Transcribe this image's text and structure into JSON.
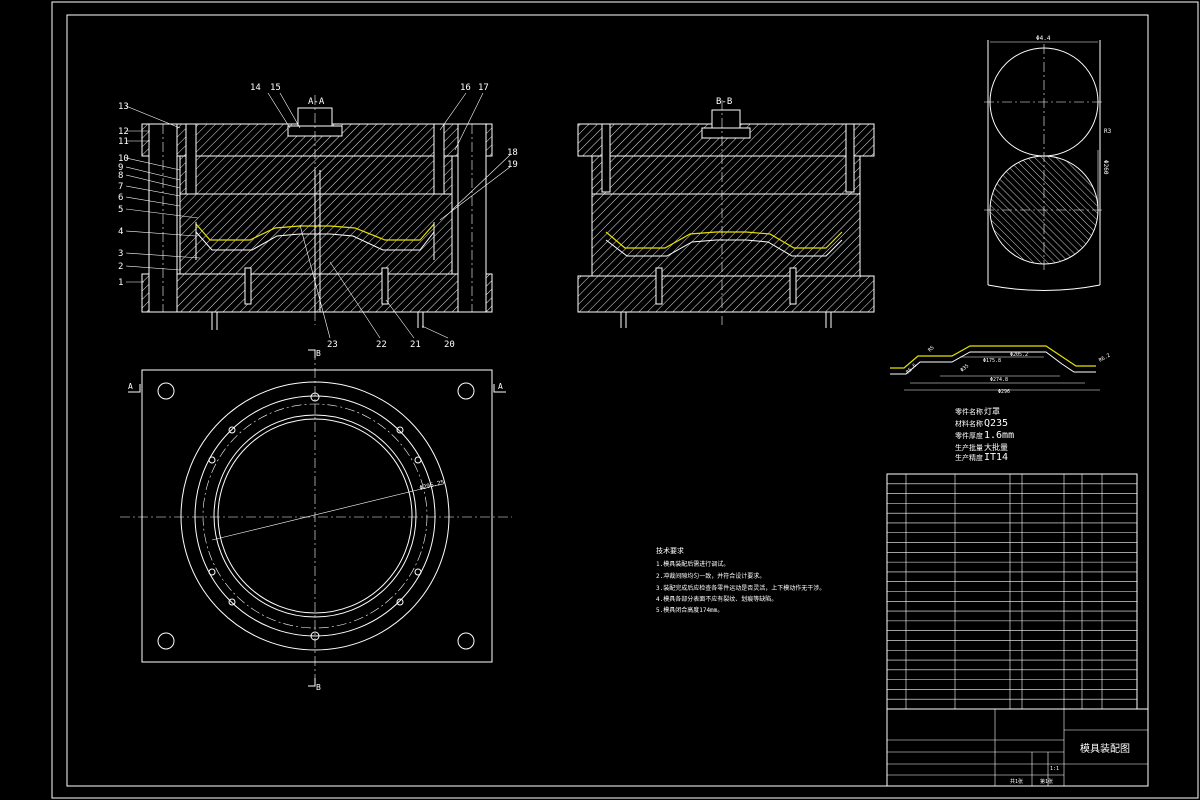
{
  "sheet": {
    "title_block_name": "模具装配图"
  },
  "section_labels": {
    "section_aa": "A-A",
    "section_bb": "B-B",
    "cut_a_left": "A",
    "cut_a_right": "A",
    "cut_b_top": "B",
    "cut_b_bottom": "B"
  },
  "part_callouts_left": [
    "13",
    "12",
    "11",
    "10",
    "9",
    "8",
    "7",
    "6",
    "5",
    "4",
    "3",
    "2",
    "1"
  ],
  "part_callouts_top": [
    "14",
    "15",
    "16",
    "17"
  ],
  "part_callouts_right": [
    "18",
    "19"
  ],
  "part_callouts_bottom": [
    "23",
    "22",
    "21",
    "20"
  ],
  "plan_view": {
    "diameter_label": "Φ296.25"
  },
  "blank_detail": {
    "top_dim": "Φ4.4",
    "side_dim_1": "R3",
    "side_dim_2": "Φ260"
  },
  "part_profile": {
    "dims": [
      "R5",
      "Φ205.2",
      "Φ175.8",
      "Φ274.8",
      "Φ296",
      "R5.6",
      "Φ35",
      "R6.2"
    ]
  },
  "workpiece_info": [
    {
      "label": "零件名称",
      "value": "灯罩"
    },
    {
      "label": "材料名称",
      "value": "Q235"
    },
    {
      "label": "零件厚度",
      "value": "1.6mm"
    },
    {
      "label": "生产批量",
      "value": "大批量"
    },
    {
      "label": "生产精度",
      "value": "IT14"
    }
  ],
  "tech_notes": {
    "heading": "技术要求",
    "lines": [
      "1.模具装配后需进行调试。",
      "2.冲裁间隙均匀一致，并符合设计要求。",
      "3.装配完成后应检查各零件运动是否灵活，上下模动作无干涉。",
      "4.模具各部分表面不应有裂纹、划痕等缺陷。",
      "5.模具闭合高度174mm。"
    ]
  },
  "bom_rows": 23,
  "title_block_labels": {
    "scale": "1:1",
    "sheet": "共1张",
    "sheet_no": "第1张"
  }
}
